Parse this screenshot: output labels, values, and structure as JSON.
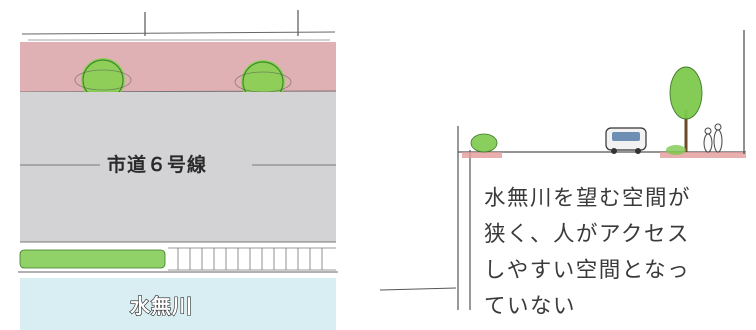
{
  "plan": {
    "road_label": "市道６号線",
    "river_label": "水無川"
  },
  "section": {
    "caption_lines": [
      "水無川を望む空間が",
      "狭く、人がアクセス",
      "しやすい空間となっ",
      "ていない"
    ]
  },
  "colors": {
    "sidewalk": "#d9a3a8",
    "road": "#d3d3d5",
    "river": "#d9eef3",
    "tree": "#6cc23e",
    "ground_red": "#e39a9a"
  }
}
